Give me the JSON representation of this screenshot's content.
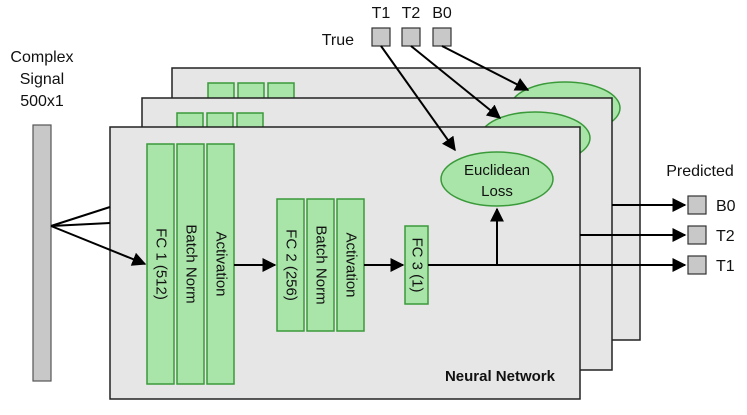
{
  "input": {
    "label_line1": "Complex",
    "label_line2": "Signal",
    "label_line3": "500x1"
  },
  "true_label": "True",
  "true_targets": [
    "T1",
    "T2",
    "B0"
  ],
  "predicted_label": "Predicted",
  "predicted_targets": [
    "B0",
    "T2",
    "T1"
  ],
  "network": {
    "title": "Neural Network",
    "layers": {
      "fc1": "FC 1 (512)",
      "bn1": "Batch Norm",
      "act1": "Activation",
      "fc2": "FC 2 (256)",
      "bn2": "Batch Norm",
      "act2": "Activation",
      "fc3": "FC 3 (1)"
    },
    "loss_line1": "Euclidean",
    "loss_line2": "Loss"
  },
  "colors": {
    "panel_fill": "#e6e6e6",
    "layer_fill": "#a9e5a9",
    "layer_stroke": "#3a9a3a",
    "input_fill": "#c8c8c8"
  }
}
